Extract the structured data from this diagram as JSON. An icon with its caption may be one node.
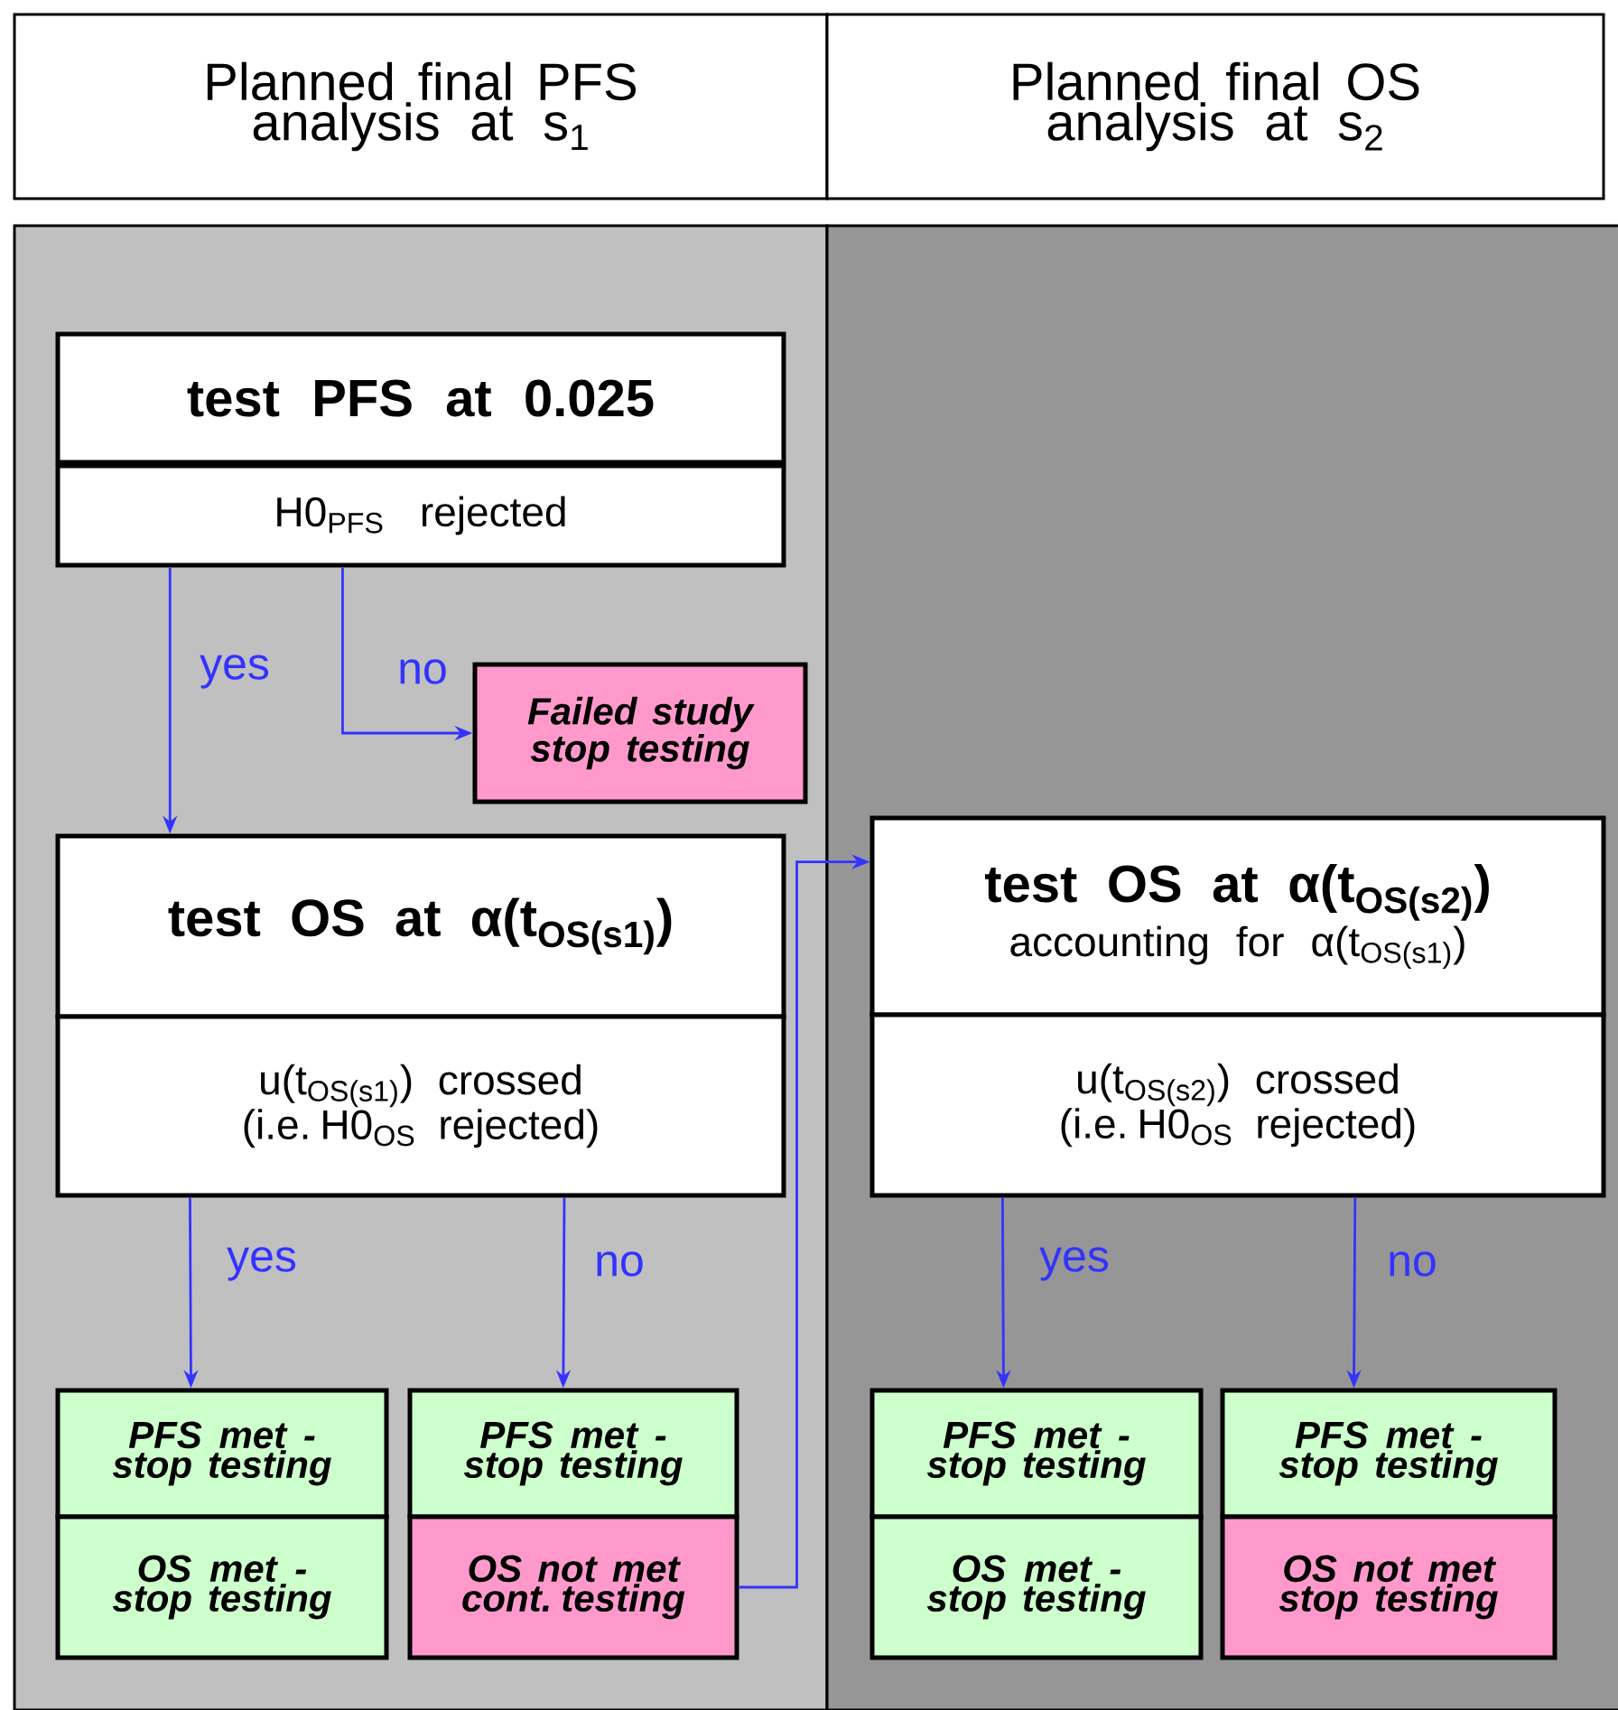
{
  "diagram": {
    "nodes": [
      {
        "text": [
          "Planned final PFS analysis at s$_{1}$"
        ]
      },
      {
        "text": [
          "Planned final OS analysis at s$_{2}$"
        ]
      },
      {
        "text": [
          "test PFS at 0.025"
        ]
      },
      {
        "text": [
          "H0$_{PFS}$ rejected"
        ]
      },
      {
        "text": [
          "Failed study stop testing"
        ]
      },
      {
        "text": [
          "test OS at α(t$_{OS(s1)}$)"
        ]
      },
      {
        "text": [
          "u(t$_{OS(s1)}$) crossed (i.e. H0$_{OS}$ rejected)"
        ]
      },
      {
        "text": [
          "test OS at α(t$_{OS(s2)}$)",
          "accounting for α(t$_{OS(s1)}$)"
        ]
      },
      {
        "text": [
          "u(t$_{OS(s2)}$) crossed (i.e. H0$_{OS}$ rejected)"
        ]
      },
      {
        "text": [
          "PFS met - stop testing"
        ]
      },
      {
        "text": [
          "OS met - stop testing"
        ]
      },
      {
        "text": [
          "PFS met - stop testing"
        ]
      },
      {
        "text": [
          "OS not met cont. testing"
        ]
      },
      {
        "text": [
          "PFS met - stop testing"
        ]
      },
      {
        "text": [
          "OS met - stop testing"
        ]
      },
      {
        "text": [
          "PFS met - stop testing"
        ]
      },
      {
        "text": [
          "OS not met stop testing"
        ]
      }
    ],
    "edges": [
      {
        "from": 3,
        "to": 5,
        "arrow": "to",
        "label": "yes"
      },
      {
        "from": 3,
        "to": 4,
        "arrow": "to",
        "label": "no"
      },
      {
        "from": 6,
        "to": 9,
        "arrow": "to",
        "label": "yes"
      },
      {
        "from": 6,
        "to": 11,
        "arrow": "to",
        "label": "no"
      },
      {
        "from": 12,
        "to": 7,
        "arrow": "to"
      },
      {
        "from": 8,
        "to": 13,
        "arrow": "to",
        "label": "yes"
      },
      {
        "from": 8,
        "to": 15,
        "arrow": "to",
        "label": "no"
      }
    ]
  }
}
